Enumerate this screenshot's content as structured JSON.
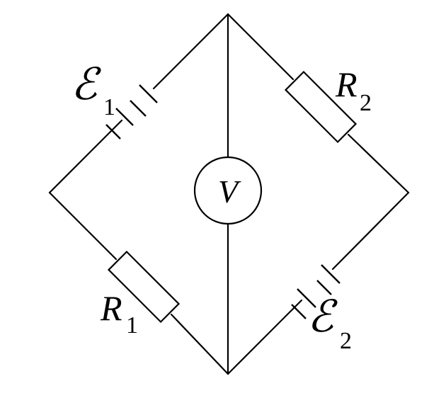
{
  "labels": {
    "emf1": {
      "symbol": "ℰ",
      "subscript": "1"
    },
    "emf2": {
      "symbol": "ℰ",
      "subscript": "2"
    },
    "r1": {
      "symbol": "R",
      "subscript": "1"
    },
    "r2": {
      "symbol": "R",
      "subscript": "2"
    },
    "voltmeter": {
      "symbol": "V"
    }
  },
  "colors": {
    "line": "#000000",
    "background": "#ffffff"
  }
}
